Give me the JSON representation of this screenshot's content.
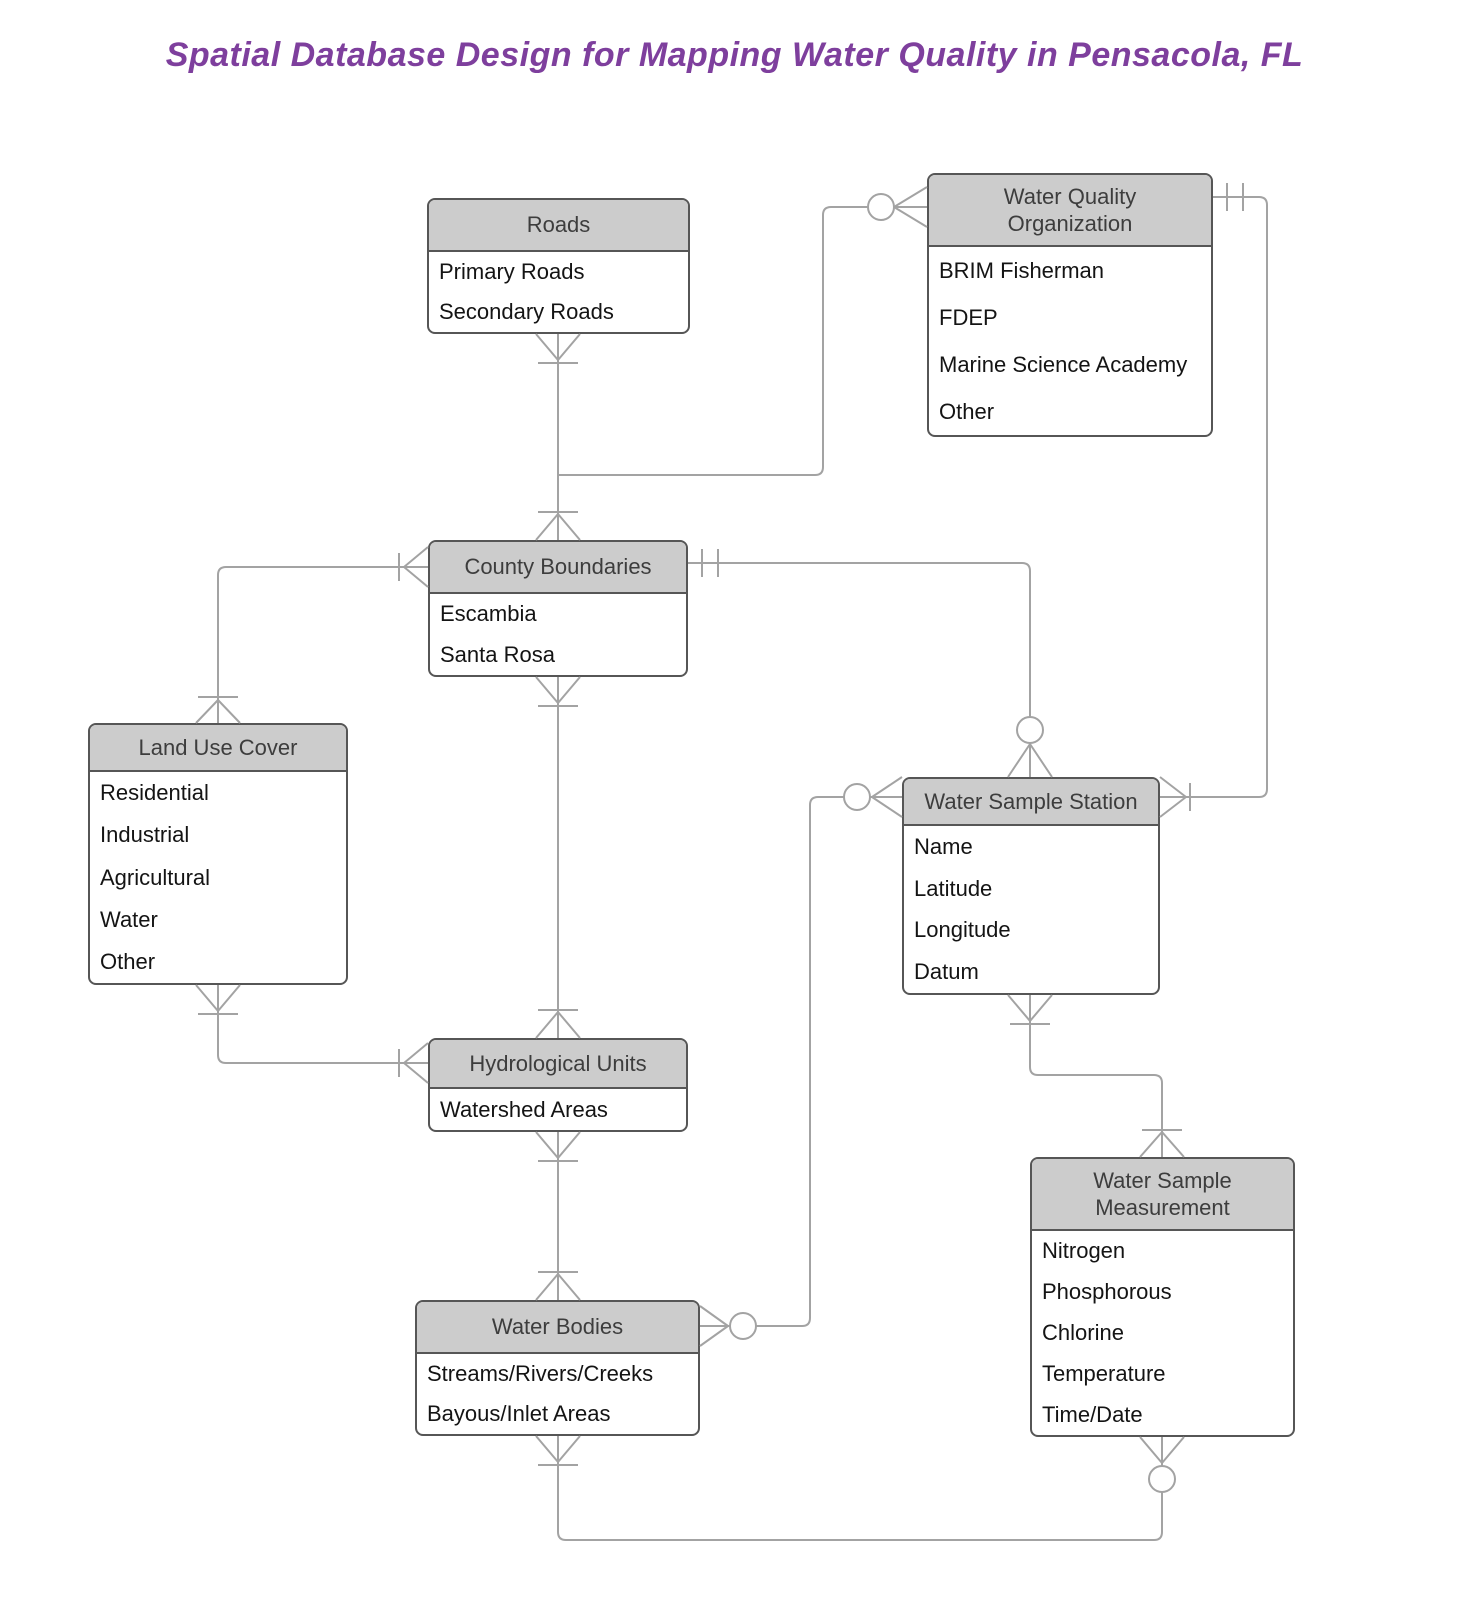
{
  "title": "Spatial Database Design for Mapping Water Quality in Pensacola, FL",
  "colors": {
    "title_purple": "#7e3f9d",
    "entity_header_fill": "#cccccc",
    "entity_border": "#565656",
    "connector_gray": "#a3a3a3"
  },
  "entities": [
    {
      "id": "roads",
      "title": "Roads",
      "rows": [
        "Primary Roads",
        "Secondary Roads"
      ]
    },
    {
      "id": "water-quality-organization",
      "title": "Water Quality Organization",
      "rows": [
        "BRIM Fisherman",
        "FDEP",
        "Marine Science Academy",
        "Other"
      ]
    },
    {
      "id": "county-boundaries",
      "title": "County Boundaries",
      "rows": [
        "Escambia",
        "Santa Rosa"
      ]
    },
    {
      "id": "land-use-cover",
      "title": "Land Use Cover",
      "rows": [
        "Residential",
        "Industrial",
        "Agricultural",
        "Water",
        "Other"
      ]
    },
    {
      "id": "water-sample-station",
      "title": "Water Sample Station",
      "rows": [
        "Name",
        "Latitude",
        "Longitude",
        "Datum"
      ]
    },
    {
      "id": "hydrological-units",
      "title": "Hydrological Units",
      "rows": [
        "Watershed Areas"
      ]
    },
    {
      "id": "water-bodies",
      "title": "Water Bodies",
      "rows": [
        "Streams/Rivers/Creeks",
        "Bayous/Inlet Areas"
      ]
    },
    {
      "id": "water-sample-measurement",
      "title": "Water Sample Measurement",
      "rows": [
        "Nitrogen",
        "Phosphorous",
        "Chlorine",
        "Temperature",
        "Time/Date"
      ]
    }
  ],
  "relationships": [
    {
      "from": "Roads",
      "from_cardinality": "one-or-many",
      "to": "County Boundaries",
      "to_cardinality": "one-or-many"
    },
    {
      "from": "Water Quality Organization",
      "from_cardinality": "zero-or-many",
      "to": "County Boundaries",
      "to_cardinality": "one-or-many"
    },
    {
      "from": "County Boundaries",
      "from_cardinality": "one-and-only-one",
      "to": "Water Sample Station",
      "to_cardinality": "zero-or-many"
    },
    {
      "from": "County Boundaries",
      "from_cardinality": "one-or-many",
      "to": "Land Use Cover",
      "to_cardinality": "one-or-many"
    },
    {
      "from": "Land Use Cover",
      "from_cardinality": "one-or-many",
      "to": "Hydrological Units",
      "to_cardinality": "one-or-many"
    },
    {
      "from": "County Boundaries",
      "from_cardinality": "one-or-many",
      "to": "Hydrological Units",
      "to_cardinality": "one-or-many"
    },
    {
      "from": "Hydrological Units",
      "from_cardinality": "one-or-many",
      "to": "Water Bodies",
      "to_cardinality": "one-or-many"
    },
    {
      "from": "Water Bodies",
      "from_cardinality": "one-or-many",
      "to": "Water Sample Measurement",
      "to_cardinality": "zero-or-many"
    },
    {
      "from": "Water Bodies",
      "from_cardinality": "zero-or-many",
      "to": "Water Sample Station",
      "to_cardinality": "zero-or-many"
    },
    {
      "from": "Water Sample Station",
      "from_cardinality": "one-or-many",
      "to": "Water Quality Organization",
      "to_cardinality": "one-and-only-one"
    },
    {
      "from": "Water Sample Station",
      "from_cardinality": "one-or-many",
      "to": "Water Sample Measurement",
      "to_cardinality": "one-or-many"
    }
  ]
}
